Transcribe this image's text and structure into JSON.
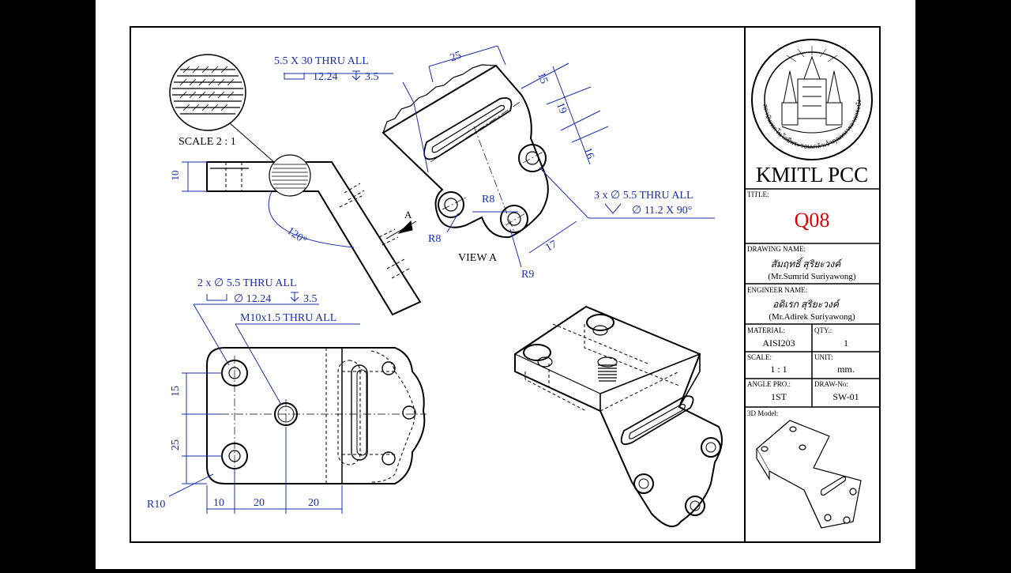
{
  "school": "KMITL PCC",
  "title_label": "TITLE:",
  "title": "Q08",
  "drawing_name_label": "DRAWING NAME:",
  "drawer_signature": "สัมฤทธิ์ สุริยะวงค์",
  "drawer_name": "(Mr.Sumrid Suriyawong)",
  "engineer_name_label": "ENGINEER NAME:",
  "engineer_signature": "อดิเรก สุริยะวงค์",
  "engineer_name": "(Mr.Adirek Suriyawong)",
  "material_label": "MATERIAL:",
  "material": "AISI203",
  "qty_label": "QTY.:",
  "qty": "1",
  "scale_label": "SCALE:",
  "scale": "1 : 1",
  "unit_label": "UNIT:",
  "unit": "mm.",
  "angle_label": "ANGLE PRO.:",
  "angle": "1ST",
  "draw_no_label": "DRAW-No:",
  "draw_no": "SW-01",
  "model_label": "3D Model:",
  "annotations": {
    "scale_detail": "SCALE 2 : 1",
    "slot_callout_1": "5.5 X 30 THRU ALL",
    "slot_callout_2": "12.24",
    "slot_callout_2b": "3.5",
    "holes3_callout_1": "3 x ∅ 5.5 THRU ALL",
    "holes3_callout_2": "∅ 11.2 X 90°",
    "view_a": "VIEW A",
    "arrow_a": "A",
    "holes2_callout_1": "2 x ∅ 5.5 THRU ALL",
    "holes2_callout_2": "∅ 12.24",
    "holes2_callout_2b": "3.5",
    "thread_callout": "M10x1.5 THRU ALL",
    "angle_120": "120°"
  },
  "dimensions": {
    "d10_side": "10",
    "d25_top": "25",
    "d15_right": "15",
    "d19_right": "19",
    "d16_right": "16",
    "d17_bottom": "17",
    "r8_a": "R8",
    "r8_b": "R8",
    "r9": "R9",
    "d15_left": "15",
    "d25_left": "25",
    "r10": "R10",
    "d10_bottom": "10",
    "d20_a": "20",
    "d20_b": "20"
  }
}
